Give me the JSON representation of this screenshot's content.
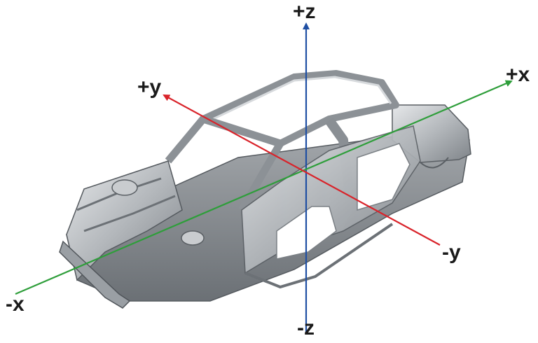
{
  "axes": {
    "plus_z": "+z",
    "minus_z": "-z",
    "plus_x": "+x",
    "minus_x": "-x",
    "plus_y": "+y",
    "minus_y": "-y"
  },
  "colors": {
    "x_axis": "#2e9e3a",
    "y_axis": "#d9232a",
    "z_axis": "#1f4fa3",
    "body_metal": "#b9bcc0"
  },
  "image": {
    "subject": "car-body-in-white"
  }
}
